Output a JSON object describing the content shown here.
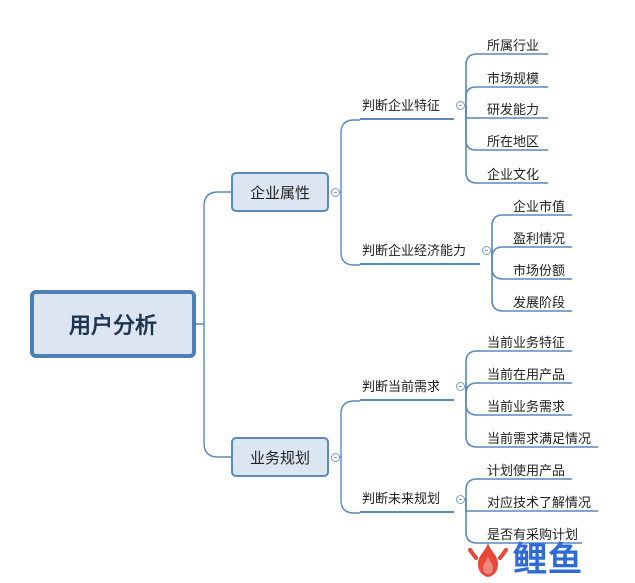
{
  "root": {
    "label": "用户分析"
  },
  "branches": [
    {
      "label": "企业属性",
      "children": [
        {
          "label": "判断企业特征",
          "leaves": [
            "所属行业",
            "市场规模",
            "研发能力",
            "所在地区",
            "企业文化"
          ]
        },
        {
          "label": "判断企业经济能力",
          "leaves": [
            "企业市值",
            "盈利情况",
            "市场份额",
            "发展阶段"
          ]
        }
      ]
    },
    {
      "label": "业务规划",
      "children": [
        {
          "label": "判断当前需求",
          "leaves": [
            "当前业务特征",
            "当前在用产品",
            "当前业务需求",
            "当前需求满足情况"
          ]
        },
        {
          "label": "判断未来规划",
          "leaves": [
            "计划使用产品",
            "对应技术了解情况",
            "是否有采购计划"
          ]
        }
      ]
    }
  ],
  "watermark": {
    "text": "鲤鱼",
    "colors": {
      "flame": "#e8473a",
      "text": "#2f6bd6"
    }
  },
  "colors": {
    "line": "#5a89bd",
    "node_fill": "#dce6f2",
    "root_border": "#4d7fb7"
  }
}
